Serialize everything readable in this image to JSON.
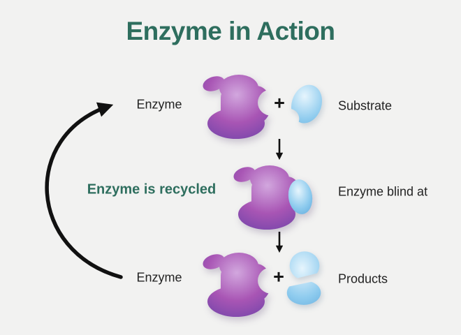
{
  "title": "Enzyme in Action",
  "colors": {
    "background": "#f2f2f1",
    "title_text": "#2e6e5e",
    "label_text": "#232323",
    "arrow": "#111111",
    "enzyme_light": "#d2a7de",
    "enzyme_mid": "#a855b4",
    "enzyme_dark": "#5b3da5",
    "substrate_light": "#e6f5fd",
    "substrate_mid": "#8ecbee",
    "substrate_dark": "#58a4d9"
  },
  "steps": {
    "step1": {
      "left_label": "Enzyme",
      "plus": "+",
      "right_label": "Substrate"
    },
    "step2": {
      "left_label": "Enzyme is recycled",
      "right_label": "Enzyme blind at"
    },
    "step3": {
      "left_label": "Enzyme",
      "plus": "+",
      "right_label": "Products"
    }
  },
  "icons": {
    "enzyme_shape": "purple enzyme blob with active-site notch",
    "substrate_shape": "blue bean-shaped substrate",
    "complex_shape": "enzyme with substrate bound in active site",
    "products_shape": "substrate split into two blue pieces",
    "recycle_arrow": "curved arrow from bottom enzyme to top enzyme",
    "down_arrow": "downward step arrow"
  }
}
